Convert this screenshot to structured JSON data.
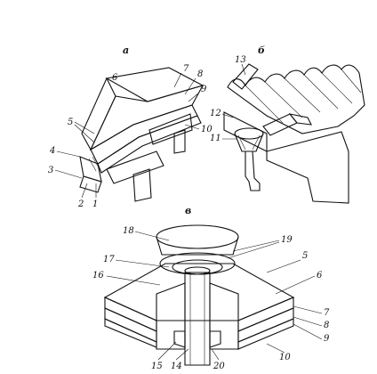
{
  "panels": {
    "a": "а",
    "b": "б",
    "c": "в"
  },
  "labels_a": [
    "6",
    "7",
    "8",
    "9",
    "5",
    "4",
    "3",
    "2",
    "1",
    "10"
  ],
  "labels_b": [
    "13",
    "12",
    "11"
  ],
  "labels_c": [
    "18",
    "19",
    "17",
    "16",
    "5",
    "6",
    "7",
    "8",
    "9",
    "15",
    "14",
    "20",
    "10"
  ]
}
